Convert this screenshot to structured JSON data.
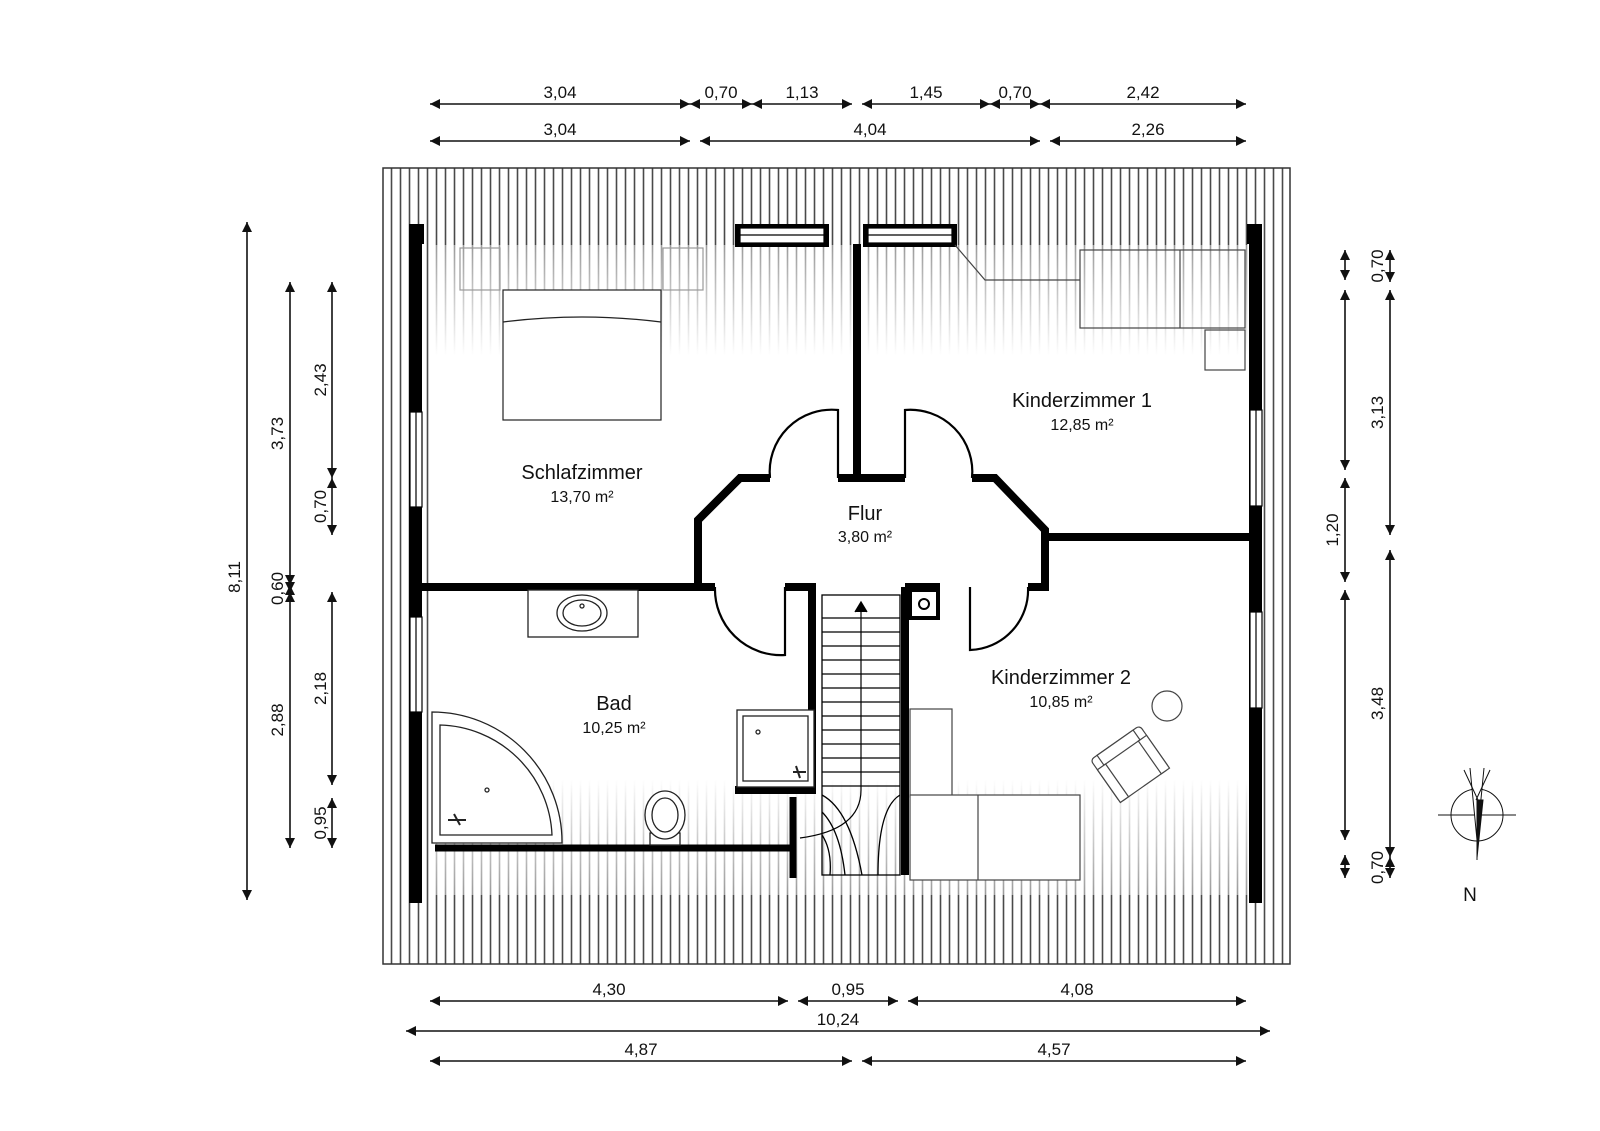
{
  "rooms": {
    "schlafzimmer": {
      "name": "Schlafzimmer",
      "area": "13,70 m²"
    },
    "kinderzimmer1": {
      "name": "Kinderzimmer 1",
      "area": "12,85 m²"
    },
    "flur": {
      "name": "Flur",
      "area": "3,80 m²"
    },
    "bad": {
      "name": "Bad",
      "area": "10,25 m²"
    },
    "kinderzimmer2": {
      "name": "Kinderzimmer 2",
      "area": "10,85 m²"
    }
  },
  "dimensions": {
    "top_row1": [
      "3,04",
      "0,70",
      "1,13",
      "1,45",
      "0,70",
      "2,42"
    ],
    "top_row2": [
      "3,04",
      "4,04",
      "2,26"
    ],
    "bottom_row1": [
      "4,30",
      "0,95",
      "4,08"
    ],
    "bottom_total": "10,24",
    "bottom_row3": [
      "4,87",
      "4,57"
    ],
    "left_total": "8,11",
    "left_col2": [
      "3,73",
      "0,60",
      "2,88"
    ],
    "left_col3": [
      "2,43",
      "0,70",
      "2,18",
      "0,95"
    ],
    "right_col1": [
      "1,20"
    ],
    "right_col2": [
      "0,70",
      "3,13",
      "3,48",
      "0,70"
    ]
  },
  "compass": {
    "label": "N"
  },
  "colors": {
    "wall": "#000000",
    "roof_hatch": "#4a4a4a",
    "line": "#111111"
  }
}
